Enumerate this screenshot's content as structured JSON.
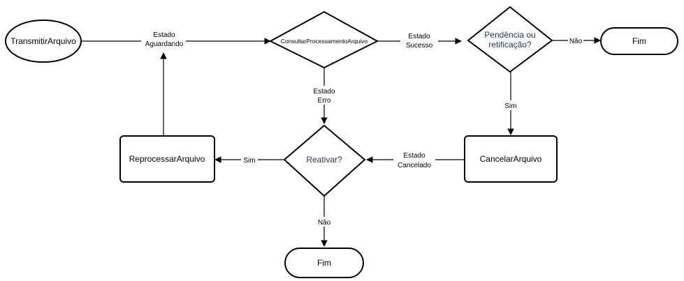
{
  "nodes": {
    "transmitir": "TransmitirArquivo",
    "consultar": "ConsultarProcessamentoArquivo",
    "pendencia_line1": "Pendência ou",
    "pendencia_line2": "retificação?",
    "fim_top": "Fim",
    "cancelar": "CancelarArquivo",
    "reativar": "Reativar?",
    "reprocessar": "ReprocessarArquivo",
    "fim_bottom": "Fim"
  },
  "edges": {
    "aguardando_line1": "Estado",
    "aguardando_line2": "Aguardando",
    "sucesso_line1": "Estado",
    "sucesso_line2": "Sucesso",
    "pendencia_nao": "Não",
    "pendencia_sim": "Sim",
    "erro_line1": "Estado",
    "erro_line2": "Erro",
    "cancelado_line1": "Estado",
    "cancelado_line2": "Cancelado",
    "reativar_sim": "Sim",
    "reativar_nao": "Não"
  },
  "colors": {
    "stroke": "#000000",
    "decision_text": "#23395d"
  }
}
